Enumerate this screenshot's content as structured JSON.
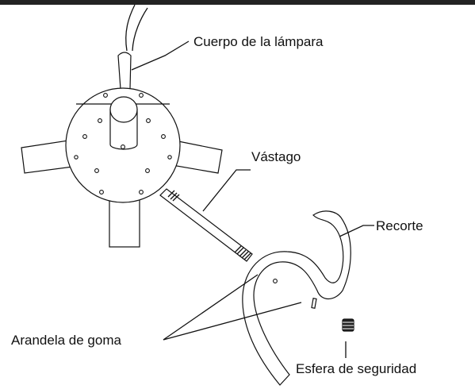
{
  "labels": {
    "lamp_body": "Cuerpo de la lámpara",
    "rod": "Vástago",
    "cutout": "Recorte",
    "washer": "Arandela de goma",
    "safety_ball": "Esfera de seguridad"
  }
}
